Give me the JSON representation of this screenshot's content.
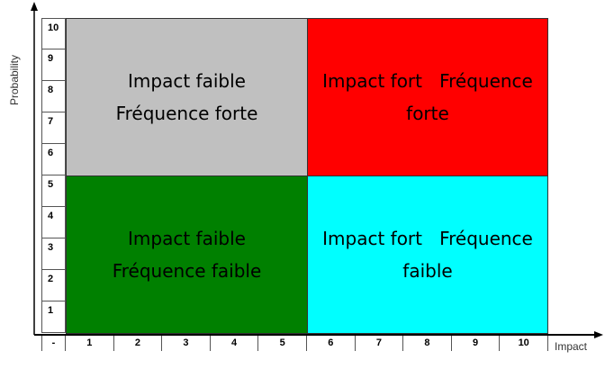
{
  "axes": {
    "y_label": "Probability",
    "x_label": "Impact",
    "y_ticks": [
      "10",
      "9",
      "8",
      "7",
      "6",
      "5",
      "4",
      "3",
      "2",
      "1"
    ],
    "x_ticks": [
      "-",
      "1",
      "2",
      "3",
      "4",
      "5",
      "6",
      "7",
      "8",
      "9",
      "10"
    ]
  },
  "quadrants": [
    {
      "id": "top-left",
      "lines": [
        "Impact faible",
        "Fréquence forte"
      ],
      "color": "#c0c0c0"
    },
    {
      "id": "top-right",
      "lines": [
        "Impact fort   Fréquence",
        "forte"
      ],
      "color": "#ff0000"
    },
    {
      "id": "bottom-left",
      "lines": [
        "Impact faible",
        "Fréquence faible"
      ],
      "color": "#008000"
    },
    {
      "id": "bottom-right",
      "lines": [
        "Impact fort   Fréquence",
        "faible"
      ],
      "color": "#00ffff"
    }
  ]
}
